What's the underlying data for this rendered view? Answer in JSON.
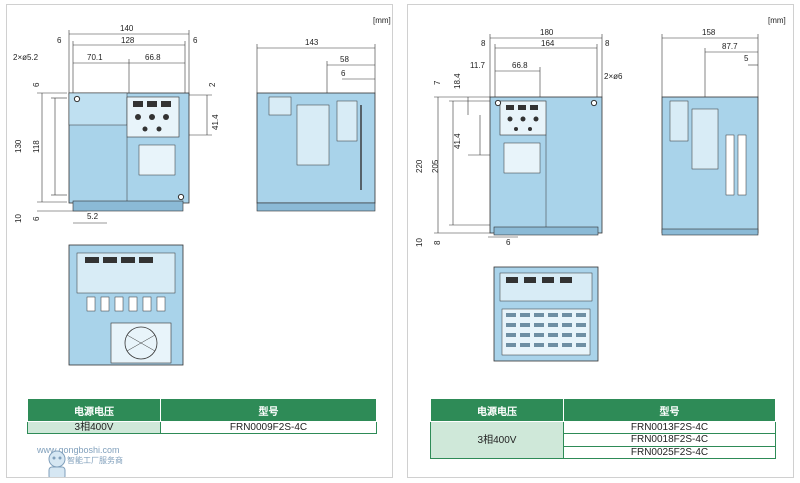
{
  "left": {
    "unit": "[mm]",
    "dims_front": {
      "width_total": "140",
      "width_inner": "128",
      "edge_left": "6",
      "edge_right": "6",
      "offset_1": "70.1",
      "offset_2": "66.8",
      "hole": "2×ø5.2",
      "height_total": "130",
      "height_inner": "118",
      "top_edge": "6",
      "bottom_edge": "6",
      "bottom_extra": "10",
      "right_small": "2",
      "right_mid": "41.4",
      "bottom_offset": "5.2"
    },
    "dims_side": {
      "depth": "143",
      "depth_2": "58",
      "depth_3": "6"
    },
    "table": {
      "header_voltage": "电源电压",
      "header_model": "型号",
      "voltage": "3相400V",
      "models": [
        "FRN0009F2S-4C"
      ]
    }
  },
  "right": {
    "unit": "[mm]",
    "dims_front": {
      "width_total": "180",
      "width_inner": "164",
      "edge_left": "8",
      "edge_right": "8",
      "offset_1": "11.7",
      "offset_2": "66.8",
      "hole": "2×ø6",
      "height_total": "220",
      "height_inner": "205",
      "top_edge_1": "7",
      "top_edge_2": "18.4",
      "mid": "41.4",
      "bottom_edge": "8",
      "bottom_extra": "10",
      "bottom_offset": "6"
    },
    "dims_side": {
      "depth": "158",
      "depth_2": "87.7",
      "depth_3": "5"
    },
    "table": {
      "header_voltage": "电源电压",
      "header_model": "型号",
      "voltage": "3相400V",
      "models": [
        "FRN0013F2S-4C",
        "FRN0018F2S-4C",
        "FRN0025F2S-4C"
      ]
    }
  },
  "watermark": {
    "url": "www.gongboshi.com",
    "caption": "智能工厂服务商"
  },
  "colors": {
    "device_body": "#a9d3ea",
    "device_outline": "#333333",
    "header_green": "#2e8b57",
    "cell_green": "#cfe8d9"
  }
}
